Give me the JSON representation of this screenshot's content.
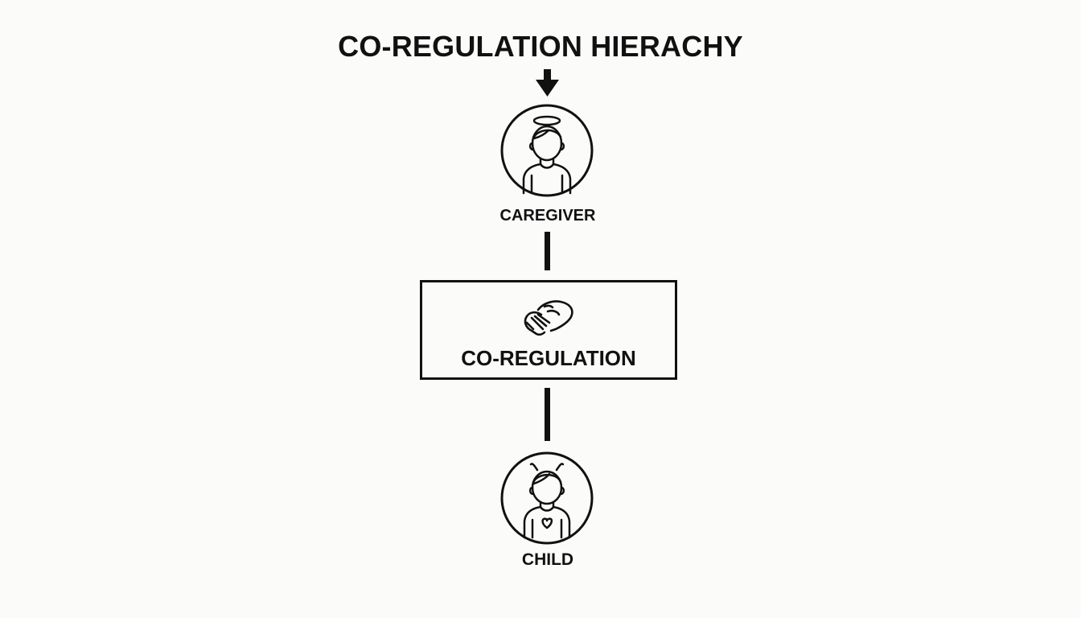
{
  "title": "CO-REGULATION HIERACHY",
  "nodes": {
    "caregiver": {
      "label": "CAREGIVER",
      "icon": "caregiver-halo-person-icon"
    },
    "coregulation": {
      "label": "CO-REGULATION",
      "icon": "handshake-icon"
    },
    "child": {
      "label": "CHILD",
      "icon": "child-heart-person-icon"
    }
  },
  "colors": {
    "stroke": "#111111",
    "background": "#fbfbfa"
  }
}
